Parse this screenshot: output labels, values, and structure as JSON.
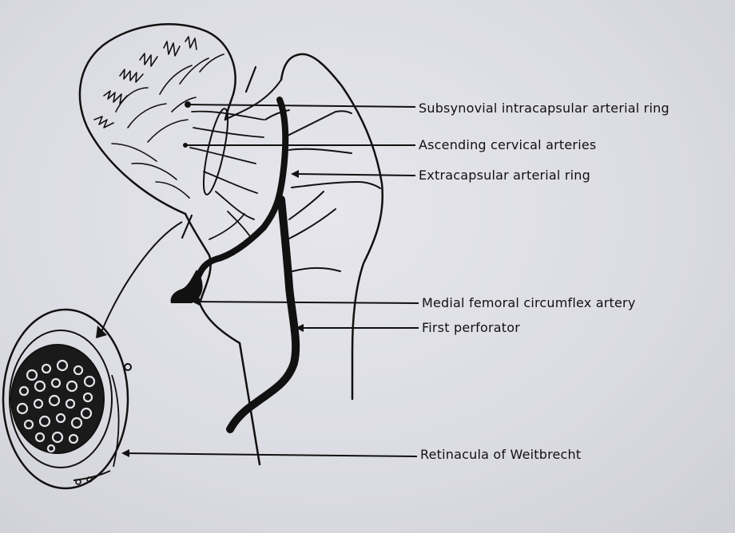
{
  "labels": {
    "subsynovial": "Subsynovial intracapsular arterial ring",
    "ascending": "Ascending cervical arteries",
    "extracapsular": "Extracapsular arterial ring",
    "medial": "Medial femoral circumflex artery",
    "first_perforator": "First perforator",
    "retinacula": "Retinacula of Weitbrecht"
  },
  "colors": {
    "ink": "#111111",
    "paper": "#e2e2e8"
  }
}
